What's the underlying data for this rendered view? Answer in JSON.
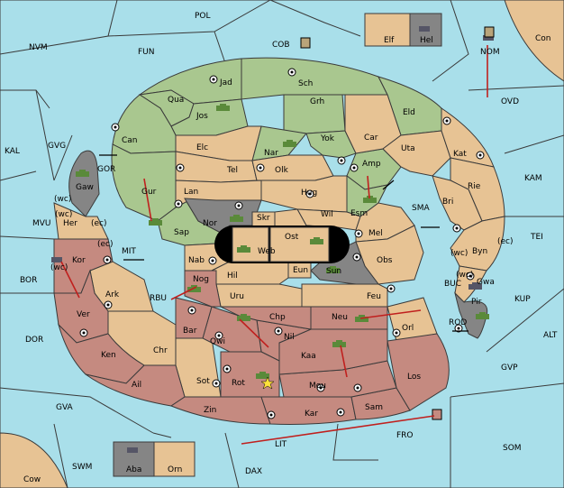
{
  "board": {
    "colors": {
      "sea": "#a9dfea",
      "neutral": "#e7c394",
      "green_power": "#a9c78f",
      "red_power": "#c58a80",
      "gray_power": "#858585",
      "order_arrow": "#c0201e",
      "unit_green": "#5a8a3a"
    },
    "provinces": {
      "pol": "POL",
      "nvm": "NVM",
      "fun": "FUN",
      "cob": "COB",
      "con": "Con",
      "elf": "Elf",
      "hel": "Hel",
      "nom": "NOM",
      "ovd": "OVD",
      "kal": "KAL",
      "gvg": "GVG",
      "mvu": "MVU",
      "bor": "BOR",
      "dor": "DOR",
      "gva": "GVA",
      "swm": "SWM",
      "cow": "Cow",
      "aba": "Aba",
      "orn": "Orn",
      "dax": "DAX",
      "lit": "LIT",
      "fro": "FRO",
      "som": "SOM",
      "gvp": "GVP",
      "alt": "ALT",
      "kup": "KUP",
      "tei": "TEI",
      "kam": "KAM",
      "sma": "SMA",
      "mit": "MIT",
      "rbu": "RBU",
      "buc": "BUC",
      "rod": "ROD",
      "gor": "GOR",
      "jad": "Jad",
      "sch": "Sch",
      "qua": "Qua",
      "jos": "Jos",
      "grh": "Grh",
      "eld": "Eld",
      "can": "Can",
      "elc": "Elc",
      "nar": "Nar",
      "yok": "Yok",
      "car": "Car",
      "uta": "Uta",
      "kat": "Kat",
      "gaw": "Gaw",
      "gur": "Gur",
      "tel": "Tel",
      "olk": "Olk",
      "amp": "Amp",
      "lan": "Lan",
      "hug": "Hug",
      "esm": "Esm",
      "rie": "Rie",
      "bri": "Bri",
      "nor": "Nor",
      "skr": "Skr",
      "ost": "Ost",
      "wil": "Wil",
      "her": "Her",
      "sap": "Sap",
      "web": "Web",
      "mel": "Mel",
      "byn": "Byn",
      "kor": "Kor",
      "nab": "Nab",
      "eun": "Eun",
      "sun": "Sun",
      "obs": "Obs",
      "gwa": "Gwa",
      "hil": "Hil",
      "nog": "Nog",
      "ark": "Ark",
      "uru": "Uru",
      "feu": "Feu",
      "pir": "Pir",
      "ver": "Ver",
      "chp": "Chp",
      "neu": "Neu",
      "orl": "Orl",
      "bar": "Bar",
      "qwi": "Qwi",
      "nil": "Nil",
      "ken": "Ken",
      "chr": "Chr",
      "kaa": "Kaa",
      "ail": "Ail",
      "los": "Los",
      "sot": "Sot",
      "rot": "Rot",
      "mou": "Mou",
      "zin": "Zin",
      "kar": "Kar",
      "sam": "Sam"
    },
    "coast_labels": {
      "gaw_wc": "(wc)",
      "her_wc": "(wc)",
      "her_ec": "(ec)",
      "kor_ec": "(ec)",
      "kor_wc": "(wc)",
      "byn_wc": "(wc)",
      "byn_ec": "(ec)",
      "gwa_wc": "(wc)"
    }
  }
}
